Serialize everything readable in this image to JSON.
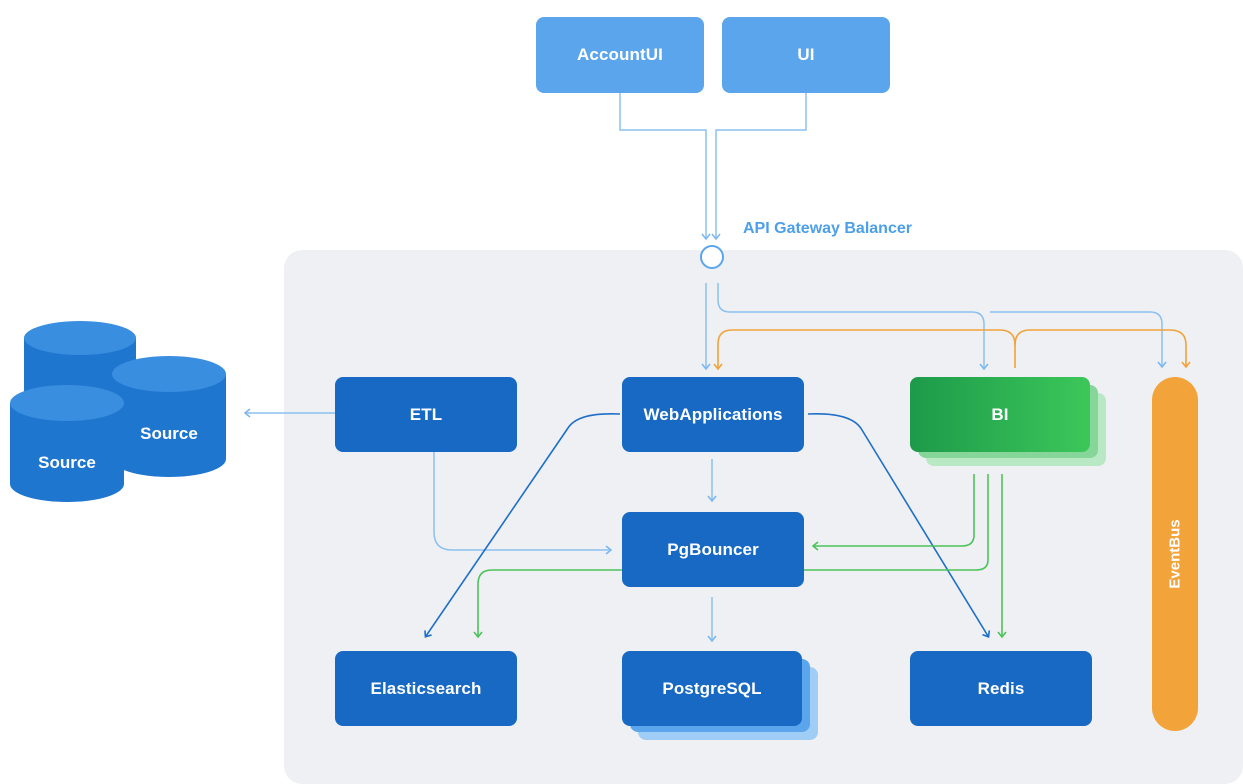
{
  "clients": {
    "account_ui": "AccountUI",
    "ui": "UI"
  },
  "gateway": {
    "label": "API Gateway Balancer"
  },
  "services": {
    "etl": "ETL",
    "web_applications": "WebApplications",
    "bi": "BI",
    "pgbouncer": "PgBouncer",
    "elasticsearch": "Elasticsearch",
    "postgresql": "PostgreSQL",
    "redis": "Redis",
    "eventbus": "EventBus"
  },
  "sources": {
    "left": "Source",
    "right": "Source"
  },
  "colors": {
    "light_blue": "#5aa5ec",
    "dark_blue": "#1769c4",
    "green": "#3cc75a",
    "orange": "#f2a33a",
    "panel": "#eef0f3"
  }
}
